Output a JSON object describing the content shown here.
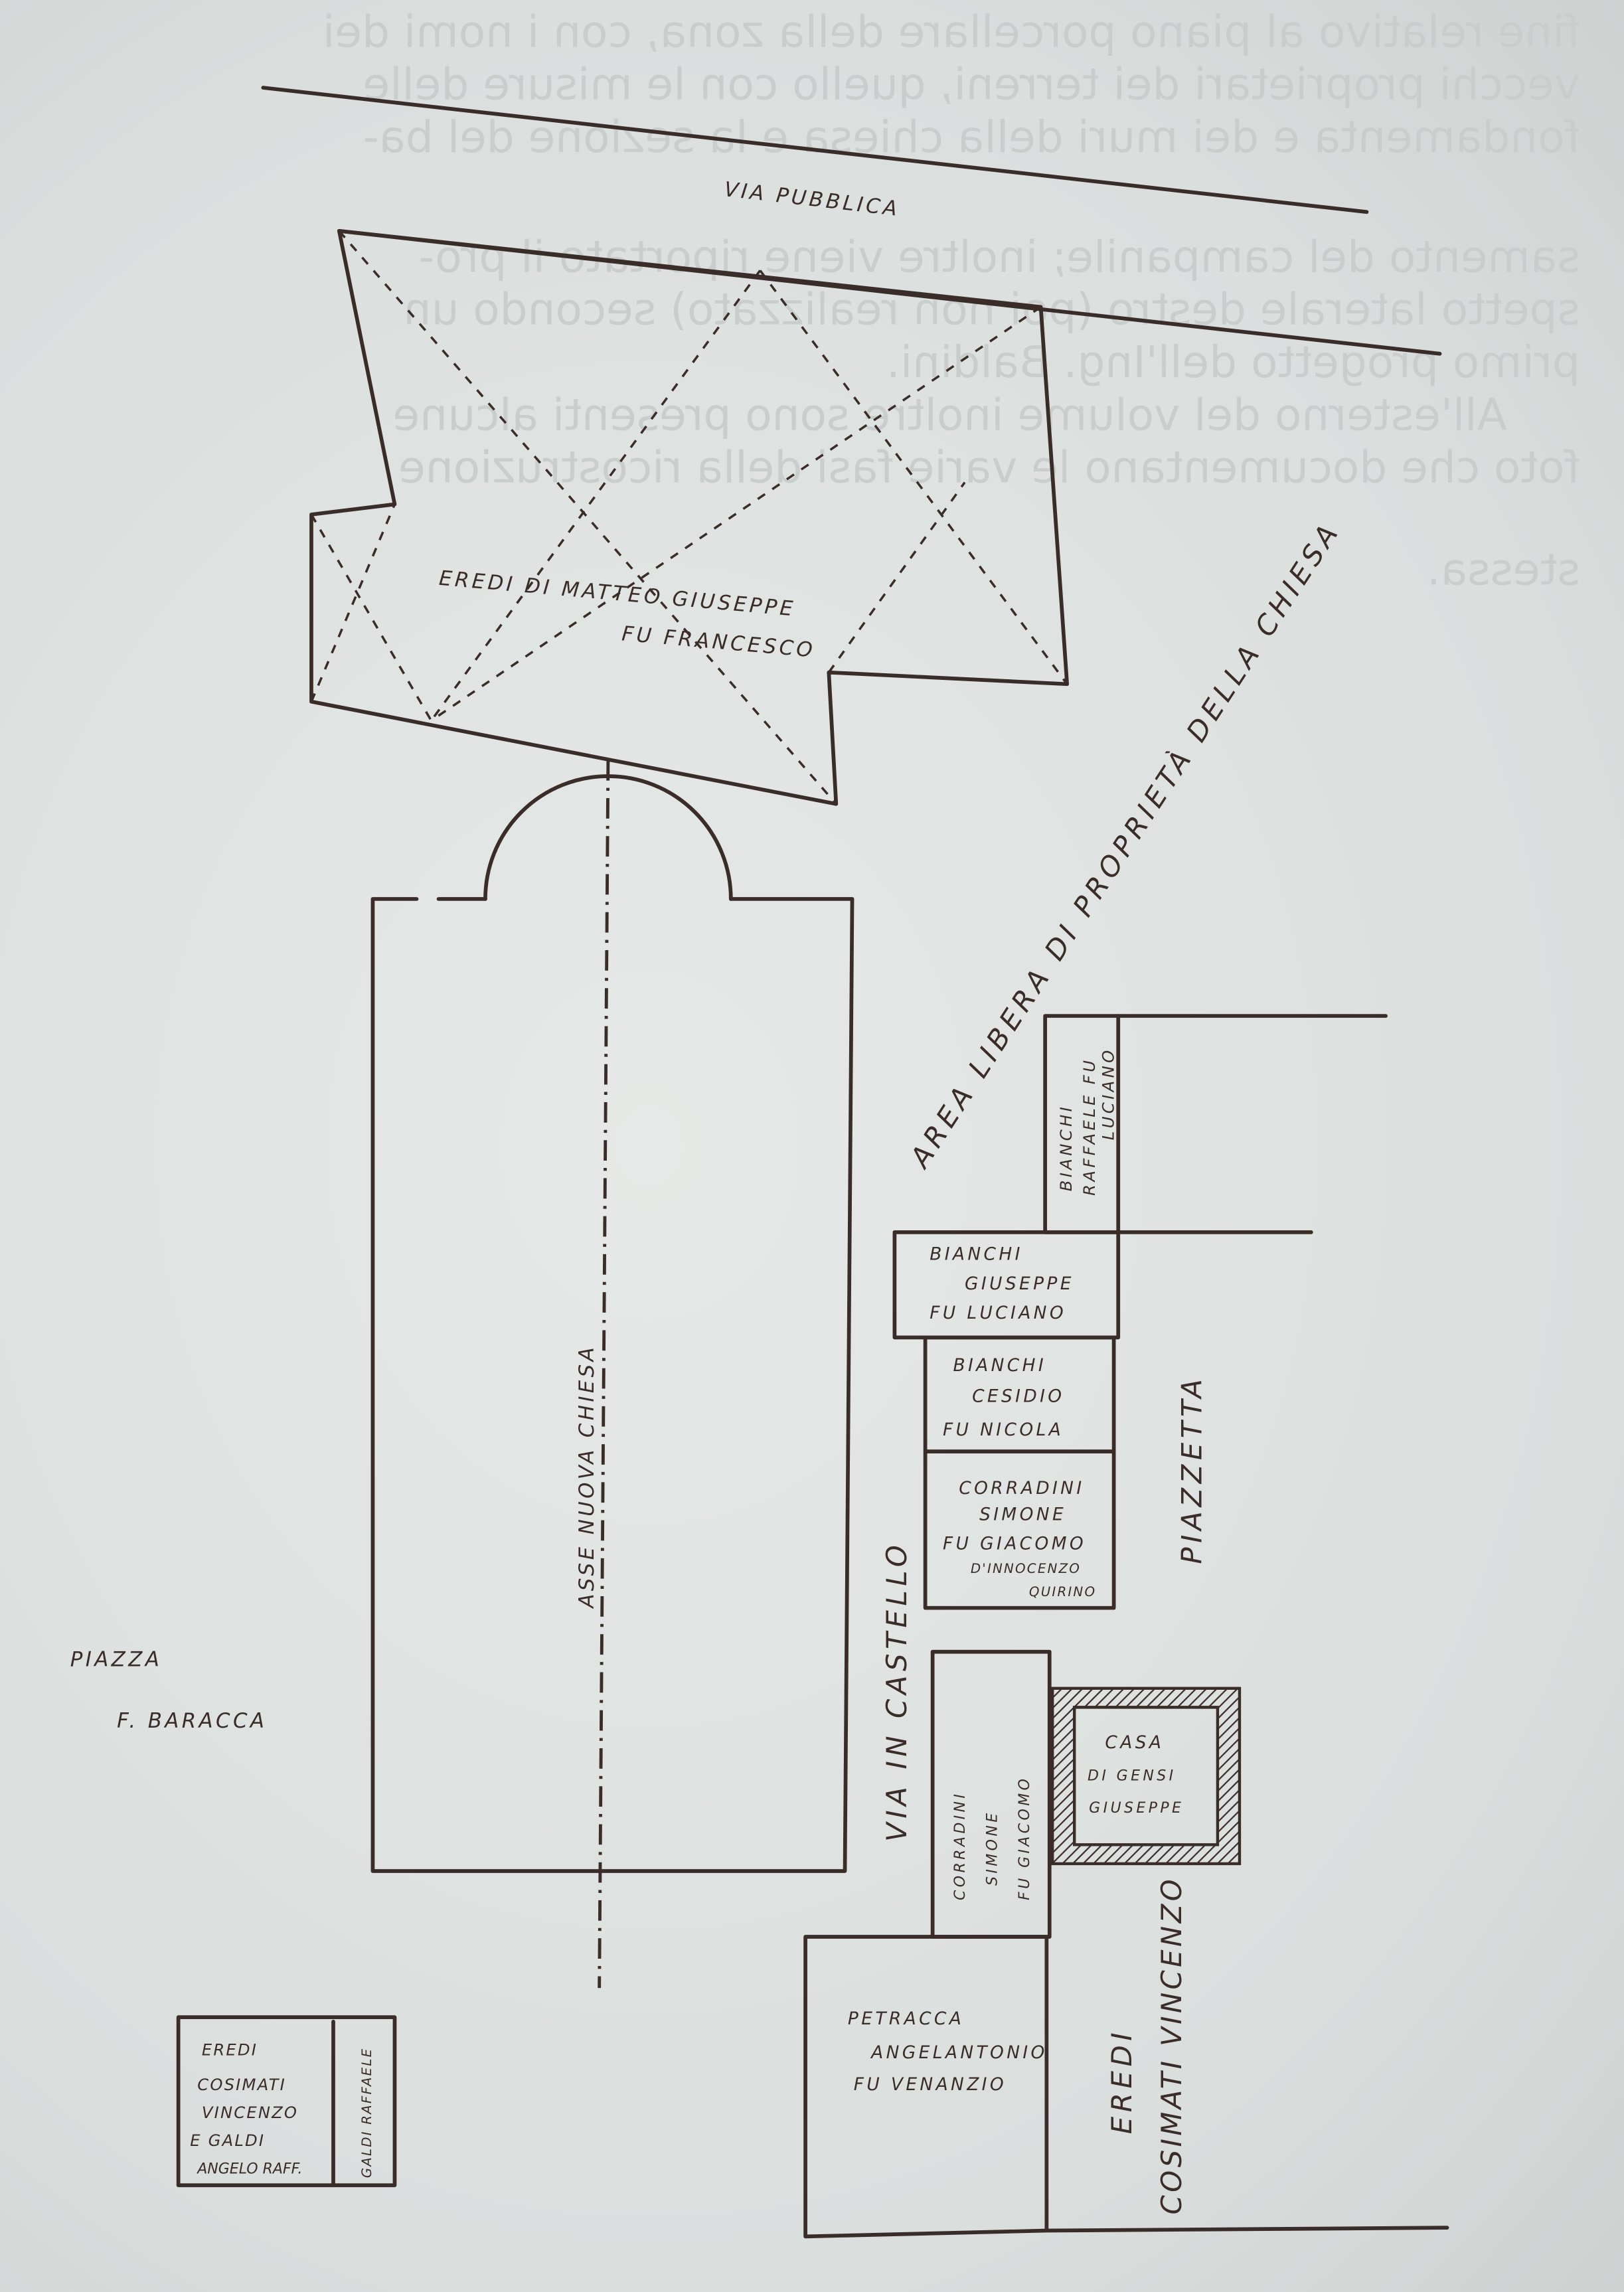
{
  "bleed_through_text": [
    "fine relativo al piano porcellare della zona, con i nomi dei",
    "vecchi proprietari dei terreni, quello con le misure delle",
    "fondamenta e dei muri della chiesa e la sezione del ba-",
    "samento del campanile; inoltre viene riportato il pro-",
    "spetto laterale destro (poi non realizzato) secondo un",
    "primo progetto dell'Ing. Baldini.",
    "All'esterno del volume inoltre sono presenti alcune",
    "foto che documentano le varie fasi della ricostruzione",
    "stessa."
  ],
  "labels": {
    "via_pubblica": "VIA PUBBLICA",
    "eredi_matteo": [
      "EREDI DI MATTEO GIUSEPPE",
      "FU FRANCESCO"
    ],
    "area_libera": "AREA LIBERA DI PROPRIETÀ DELLA CHIESA",
    "asse": "ASSE NUOVA CHIESA",
    "bianchi_raffaele": [
      "BIANCHI",
      "RAFFAELE FU",
      "LUCIANO"
    ],
    "bianchi_giuseppe": [
      "BIANCHI",
      "GIUSEPPE",
      "FU LUCIANO"
    ],
    "bianchi_cesidio": [
      "BIANCHI",
      "CESIDIO",
      "FU NICOLA"
    ],
    "corradini_1": [
      "CORRADINI",
      "SIMONE",
      "FU GIACOMO",
      "D'INNOCENZO",
      "QUIRINO"
    ],
    "piazzetta": "PIAZZETTA",
    "via_castello": "VIA IN CASTELLO",
    "corradini_2": [
      "CORRADINI",
      "SIMONE",
      "FU GIACOMO"
    ],
    "casa_gensi": [
      "CASA",
      "DI GENSI",
      "GIUSEPPE"
    ],
    "petracca": [
      "PETRACCA",
      "ANGELANTONIO",
      "FU VENANZIO"
    ],
    "eredi_cosimati": [
      "EREDI",
      "COSIMATI VINCENZO"
    ],
    "piazza": [
      "PIAZZA",
      "F. BARACCA"
    ],
    "small_box": [
      "EREDI",
      "COSIMATI",
      "VINCENZO",
      "E GALDI",
      "ANGELO RAFF."
    ],
    "galdi": "GALDI RAFFAELE"
  },
  "colors": {
    "ink": "#3a2c28",
    "paper": "#dfe3e2"
  }
}
